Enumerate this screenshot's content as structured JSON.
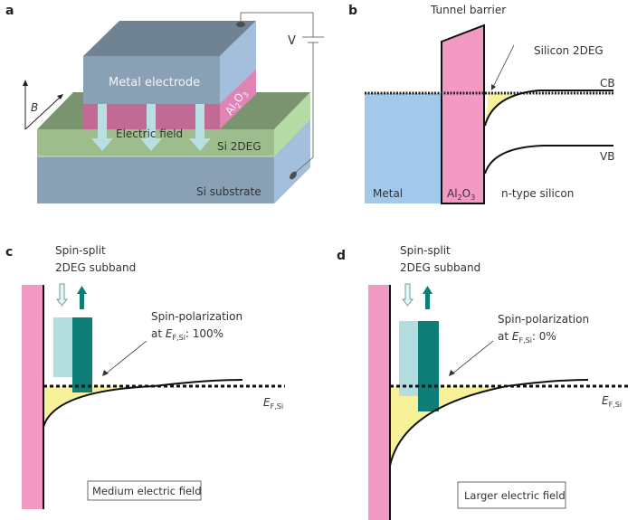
{
  "panels": {
    "a": {
      "letter": "a",
      "labels": {
        "metal_electrode": "Metal electrode",
        "al2o3": "Al",
        "al2o3_sub1": "2",
        "al2o3_o": "O",
        "al2o3_sub2": "3",
        "electric_field": "Electric field",
        "si_2deg": "Si 2DEG",
        "si_substrate": "Si substrate",
        "voltage": "V",
        "field_b": "B"
      }
    },
    "b": {
      "letter": "b",
      "labels": {
        "tunnel_barrier": "Tunnel barrier",
        "silicon_2deg": "Silicon 2DEG",
        "cb": "CB",
        "vb": "VB",
        "metal": "Metal",
        "al": "Al",
        "sub1": "2",
        "o": "O",
        "sub2": "3",
        "n_type_silicon": "n-type silicon"
      }
    },
    "c": {
      "letter": "c",
      "subband_line1": "Spin-split",
      "subband_line2": "2DEG subband",
      "polarization_line1": "Spin-polarization",
      "polarization_prefix": "at ",
      "ef_symbol": "E",
      "ef_sub": "F,Si",
      "polarization_value": ": 100%",
      "ef_label_symbol": "E",
      "ef_label_sub": "F,Si",
      "field_box": "Medium electric field"
    },
    "d": {
      "letter": "d",
      "subband_line1": "Spin-split",
      "subband_line2": "2DEG subband",
      "polarization_line1": "Spin-polarization",
      "polarization_prefix": "at ",
      "ef_symbol": "E",
      "ef_sub": "F,Si",
      "polarization_value": ": 0%",
      "ef_label_symbol": "E",
      "ef_label_sub": "F,Si",
      "field_box": "Larger electric field"
    }
  },
  "colors": {
    "metal_top": "#6f8394",
    "metal_front": "#8aa0b4",
    "metal_side": "#a3bfdb",
    "oxide": "#c06a94",
    "oxide_side": "#e084b5",
    "twodeg_top": "#7a9470",
    "twodeg_front": "#9dbd8c",
    "twodeg_side": "#b6dba6",
    "substrate_front": "#8aa0b4",
    "substrate_side": "#a3bfdb",
    "field_arrow": "#b8e0e4",
    "metal_band": "#a3c9ea",
    "barrier": "#f29ac4",
    "electron_fill": "#f7f29a",
    "spin_down": "#b4dde0",
    "spin_up": "#0e7d78"
  }
}
